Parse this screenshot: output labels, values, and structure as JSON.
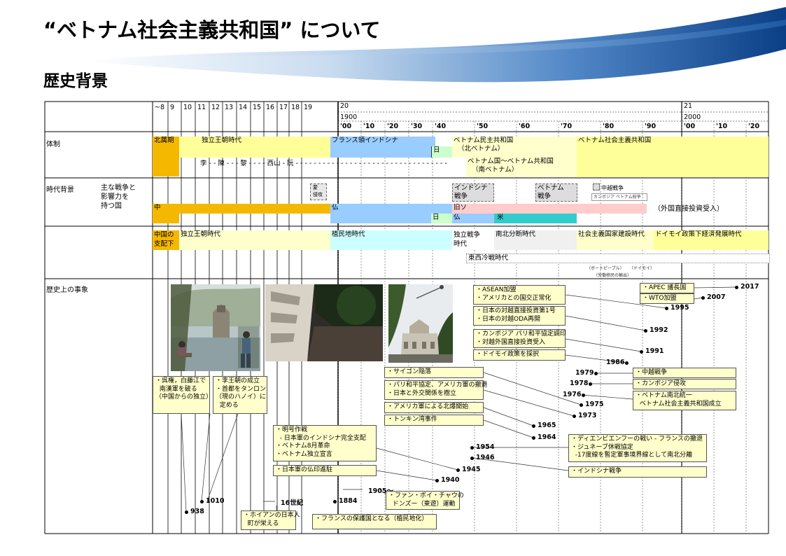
{
  "header": {
    "title": "“ベトナム社会主義共和国” について",
    "subtitle": "歴史背景"
  },
  "colors": {
    "orange": "#f5b800",
    "light_yellow": "#ffff99",
    "blue": "#99ccff",
    "light_green": "#ccffcc",
    "pink": "#ffcccc",
    "teal": "#33cccc",
    "cyan_light": "#ccffff",
    "gray": "#dddddd",
    "callout": "#ffffcc",
    "brand_blue": "#1f5fa8"
  },
  "timeline": {
    "century_labels": [
      "~8",
      "9",
      "10",
      "11",
      "12",
      "13",
      "14",
      "15",
      "16",
      "17",
      "18",
      "19"
    ],
    "c20": "20",
    "c21": "21",
    "y1900": "1900",
    "y2000": "2000",
    "decades": [
      "'00",
      "'10",
      "'20",
      "'30",
      "'40",
      "'50",
      "'60",
      "'70",
      "'80",
      "'90",
      "'00",
      "'10",
      "'20"
    ]
  },
  "rows": {
    "taisei": "体制",
    "jidai": "時代背景",
    "sensou": "主な戦争と\n影響力を\n持つ国",
    "jishou": "歴史上の事象"
  },
  "regime": {
    "hokuzoku": "北属期",
    "dokuritsu": "独立王朝時代",
    "dynasties": "李 - - 陳 - - - 黎 - - - - 西山 - 阮 - - - - - - - - - - - - - - - - - - - - - - - - - - - - - - - - - - - - -",
    "french": "フランス領インドシナ",
    "nichi": "日",
    "drv": "ベトナム民主共和国",
    "drv_sub": "（北ベトナム）",
    "rvn": "ベトナム国～ベトナム共和国",
    "rvn_sub": "（南ベトナム）",
    "srv": "ベトナム社会主義共和国"
  },
  "wars": {
    "genko": "蒙\n侵攻",
    "indochina": "インドシナ\n戦争",
    "vietnam": "ベトナム\n戦争",
    "chuetsu": "中越戦争",
    "cambodia_war": "カンボジア  ベトナム紛争",
    "china": "中",
    "france": "仏",
    "soviet": "旧ソ",
    "japan": "日",
    "france2": "仏",
    "usa": "米",
    "fdi": "（外国直接投資受入）"
  },
  "era": {
    "china_rule": "中国の\n支配下",
    "dokuritsu": "独立王朝時代",
    "colonial": "植民地時代",
    "independence": "独立戦争\n時代",
    "division": "南北分断時代",
    "socialist": "社会主義国家建設時代",
    "doimoi": "ドイモイ政策下経済発展時代",
    "coldwar": "東西冷戦時代",
    "boat": "（ボートピープル）",
    "doimoi_note": "（ドイモイ）",
    "labor": "（労働移民の輸出）"
  },
  "events": {
    "e938": "・呉権，白藤江で\n  南漢軍を破る\n（中国からの独立）",
    "e1010": "・李王朝の成立\n・首都をタンロン\n（現のハノイ）に\n  定める",
    "e16c": "・ホイアンの日本人\n  町が栄える",
    "e1884": "・フランスの保護国となる（植民地化）",
    "e1905": "・ファン・ボイ・チャウの\n  ドンズー（東遊）運動",
    "e1940": "・日本軍の仏印進駐",
    "e1945": "・明号作戦\n  - 日本軍のインドシナ完全支配\n・ベトナム8月革命\n・ベトナム独立宣言",
    "e1964": "・トンキン湾事件",
    "e1965": "・アメリカ軍による北爆開始",
    "e1973": "・パリ和平協定、アメリカ軍の撤退\n・日本と外交関係を樹立",
    "e1975": "・サイゴン陥落",
    "e1976": "・ベトナム南北統一\n  ベトナム社会主義共和国成立",
    "e1978": "・カンボジア侵攻",
    "e1979": "・中越戦争",
    "e1954": "・ディエンビエンフーの戦い - フランスの撤退\n・ジュネーブ休戦協定\n  -17度線を暫定軍事境界線として南北分離",
    "e1946": "・インドシナ戦争",
    "e1986": "・ドイモイ政策を採択",
    "e1991": "・カンボジア パリ和平協定調印\n・対越外国直接投資受入",
    "e1992": "・日本の対越直接投資第1号\n・日本の対越ODA再開",
    "e1995": "・ASEAN加盟\n・アメリカとの国交正常化",
    "e2007": "・WTO加盟",
    "e2017": "・APEC 議長国"
  },
  "years": {
    "y938": "938",
    "y1010": "1010",
    "y16c": "16世紀",
    "y1884": "1884",
    "y1905": "1905～",
    "y1940": "1940",
    "y1945": "1945",
    "y1946": "1946",
    "y1954": "1954",
    "y1964": "1964",
    "y1965": "1965",
    "y1973": "1973",
    "y1975": "1975",
    "y1976": "1976",
    "y1978": "1978",
    "y1979": "1979",
    "y1986": "1986",
    "y1991": "1991",
    "y1992": "1992",
    "y1995": "1995",
    "y2007": "2007",
    "y2017": "2017"
  }
}
